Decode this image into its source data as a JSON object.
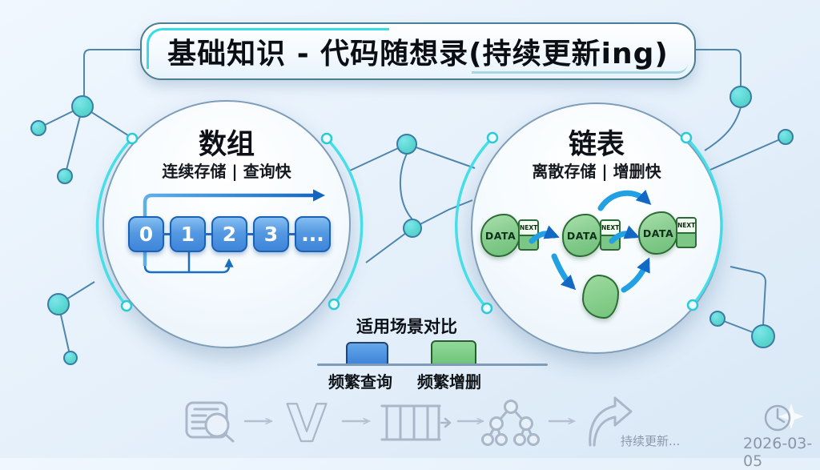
{
  "title": "基础知识 - 代码随想录(持续更新ing)",
  "array": {
    "title": "数组",
    "subtitle": "连续存储 | 查询快",
    "cells": [
      "0",
      "1",
      "2",
      "3",
      "..."
    ]
  },
  "linked_list": {
    "title": "链表",
    "subtitle": "离散存储 | 增删快",
    "data_label": "DATA",
    "next_label": "NEXT"
  },
  "comparison": {
    "title": "适用场景对比",
    "bars": [
      {
        "label": "频繁查询",
        "color": "#3f85d9"
      },
      {
        "label": "频繁增删",
        "color": "#6fc47a"
      }
    ]
  },
  "footer": {
    "note": "持续更新...",
    "date": "2026-03-05",
    "v_glyph": "V"
  },
  "colors": {
    "accent_cyan": "#37dbe4",
    "network_line": "#4f86ad",
    "node_fill": "#66dce0",
    "array_blue": "#3f85d9",
    "list_green": "#84cb8c",
    "arrow_blue": "#1e9be0",
    "icon_gray": "#a9b7c9"
  }
}
